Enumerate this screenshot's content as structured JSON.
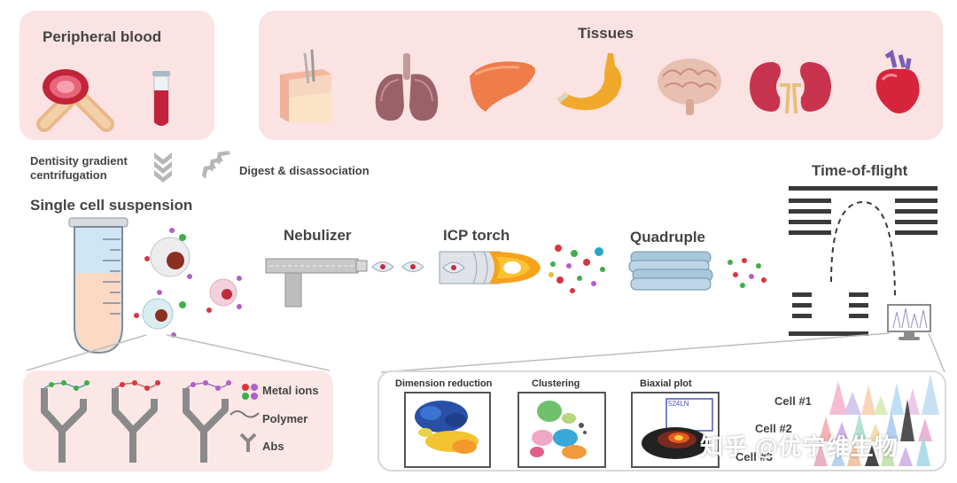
{
  "panels": {
    "peripheral_blood": "Peripheral blood",
    "tissues": "Tissues"
  },
  "steps": {
    "density": "Dentisity gradient",
    "centrifugation": "centrifugation",
    "digest": "Digest & disassociation",
    "suspension": "Single cell suspension",
    "nebulizer": "Nebulizer",
    "icp": "ICP torch",
    "quadruple": "Quadruple",
    "tof": "Time-of-flight"
  },
  "legend": {
    "metal": "Metal ions",
    "polymer": "Polymer",
    "abs": "Abs"
  },
  "analysis": {
    "dimension": "Dimension reduction",
    "clustering": "Clustering",
    "biaxial": "Biaxial plot",
    "biaxial_gate": "524LN",
    "cell1": "Cell #1",
    "cell2": "Cell #2",
    "cell3": "Cell #3"
  },
  "watermark": "知乎 @优宁维生物",
  "colors": {
    "panel_pink": "#fbe3e3",
    "metal_red": "#d9363e",
    "metal_green": "#3fae49",
    "metal_purple": "#b35fc7",
    "flame_orange": "#f7a21b"
  },
  "icons": [
    "blood-vessel-icon",
    "test-tube-icon",
    "skin-icon",
    "lungs-icon",
    "liver-icon",
    "stomach-icon",
    "brain-icon",
    "kidneys-icon",
    "heart-icon",
    "cell-icon",
    "antibody-icon",
    "nebulizer-icon",
    "icp-torch-icon",
    "quadruple-icon",
    "tof-icon",
    "monitor-icon"
  ]
}
